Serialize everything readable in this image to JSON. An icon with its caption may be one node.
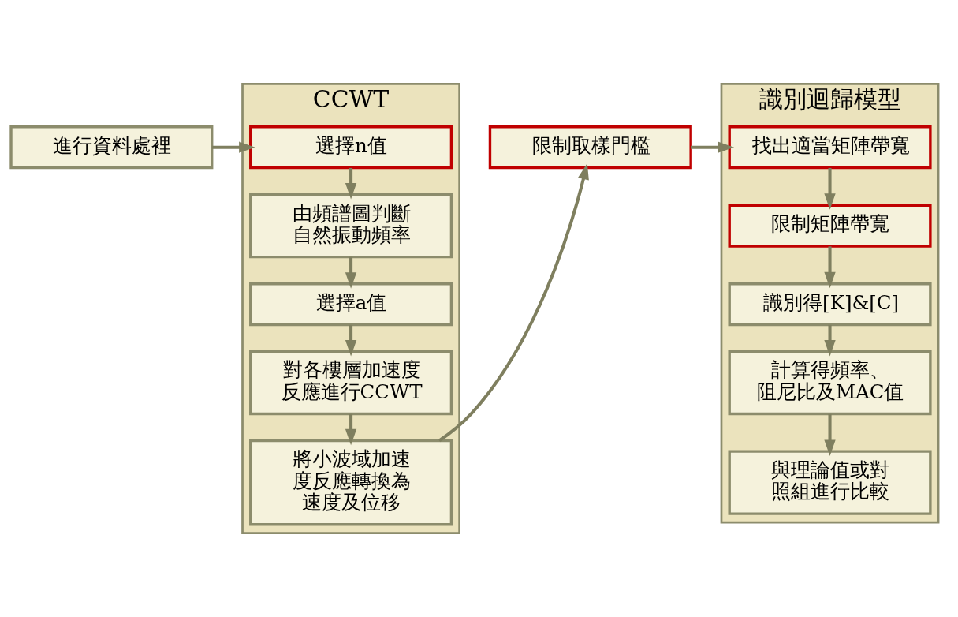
{
  "diagram": {
    "nodes": [
      {
        "text": [
          "進行資料處裡"
        ]
      },
      {
        "text": [
          "CCWT"
        ]
      },
      {
        "text": [
          "選擇n值"
        ],
        "in": 1
      },
      {
        "text": [
          "由頻譜圖判斷自然振動頻率"
        ],
        "in": 1
      },
      {
        "text": [
          "選擇a值"
        ],
        "in": 1
      },
      {
        "text": [
          "對各樓層加速度反應進行CCWT"
        ],
        "in": 1
      },
      {
        "text": [
          "將小波域加速度反應轉換為速度及位移"
        ],
        "in": 1
      },
      {
        "text": [
          "限制取樣門檻"
        ]
      },
      {
        "text": [
          "識別迴歸模型"
        ]
      },
      {
        "text": [
          "找出適當矩陣帶寬"
        ],
        "in": 8
      },
      {
        "text": [
          "限制矩陣帶寬"
        ],
        "in": 8
      },
      {
        "text": [
          "識別得[K]&[C]"
        ],
        "in": 8
      },
      {
        "text": [
          "計算得頻率、阻尼比及MAC值"
        ],
        "in": 8
      },
      {
        "text": [
          "與理論值或對照組進行比較"
        ],
        "in": 8
      }
    ],
    "edges": [
      {
        "from": 0,
        "to": 2,
        "arrow": "to"
      },
      {
        "from": 2,
        "to": 3,
        "arrow": "to"
      },
      {
        "from": 3,
        "to": 4,
        "arrow": "to"
      },
      {
        "from": 4,
        "to": 5,
        "arrow": "to"
      },
      {
        "from": 5,
        "to": 6,
        "arrow": "to"
      },
      {
        "from": 6,
        "to": 7,
        "arrow": "to"
      },
      {
        "from": 7,
        "to": 9,
        "arrow": "to"
      },
      {
        "from": 9,
        "to": 10,
        "arrow": "to"
      },
      {
        "from": 10,
        "to": 11,
        "arrow": "to"
      },
      {
        "from": 11,
        "to": 12,
        "arrow": "to"
      },
      {
        "from": 12,
        "to": 13,
        "arrow": "to"
      }
    ]
  }
}
